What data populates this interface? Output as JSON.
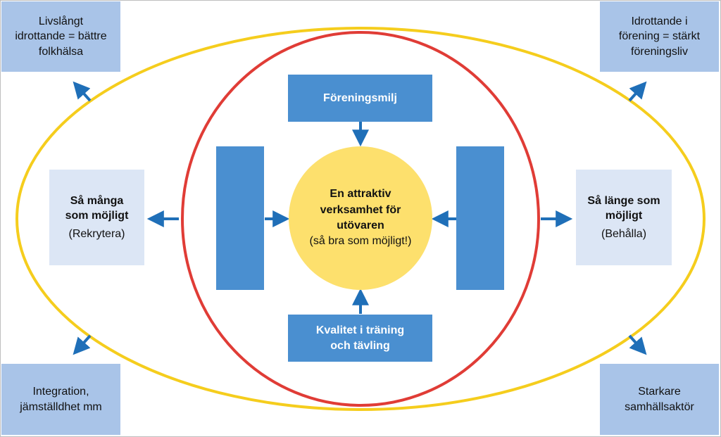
{
  "corners": {
    "top_left": "Livslångt\nidrottande = bättre\nfolkhälsa",
    "top_right": "Idrottande i\nförening = stärkt\nföreningsliv",
    "bottom_left": "Integration,\njämställdhet mm",
    "bottom_right": "Starkare\nsamhällsaktör"
  },
  "left_box": {
    "title": "Så många\nsom möjligt",
    "subtitle": "(Rekrytera)"
  },
  "right_box": {
    "title": "Så länge som\nmöjligt",
    "subtitle": "(Behålla)"
  },
  "top_box": "Föreningsmilj",
  "bottom_box": "Kvalitet i träning\noch tävling",
  "center": {
    "title": "En attraktiv\nverksamhet för\nutövaren",
    "subtitle": "(så bra som möjligt!)"
  },
  "colors": {
    "outer_ellipse": "#f5cd1d",
    "inner_circle": "#e03c36",
    "arrow": "#1f6fb8",
    "blue_box": "#4a8fd0",
    "center_fill": "#fde06d"
  }
}
